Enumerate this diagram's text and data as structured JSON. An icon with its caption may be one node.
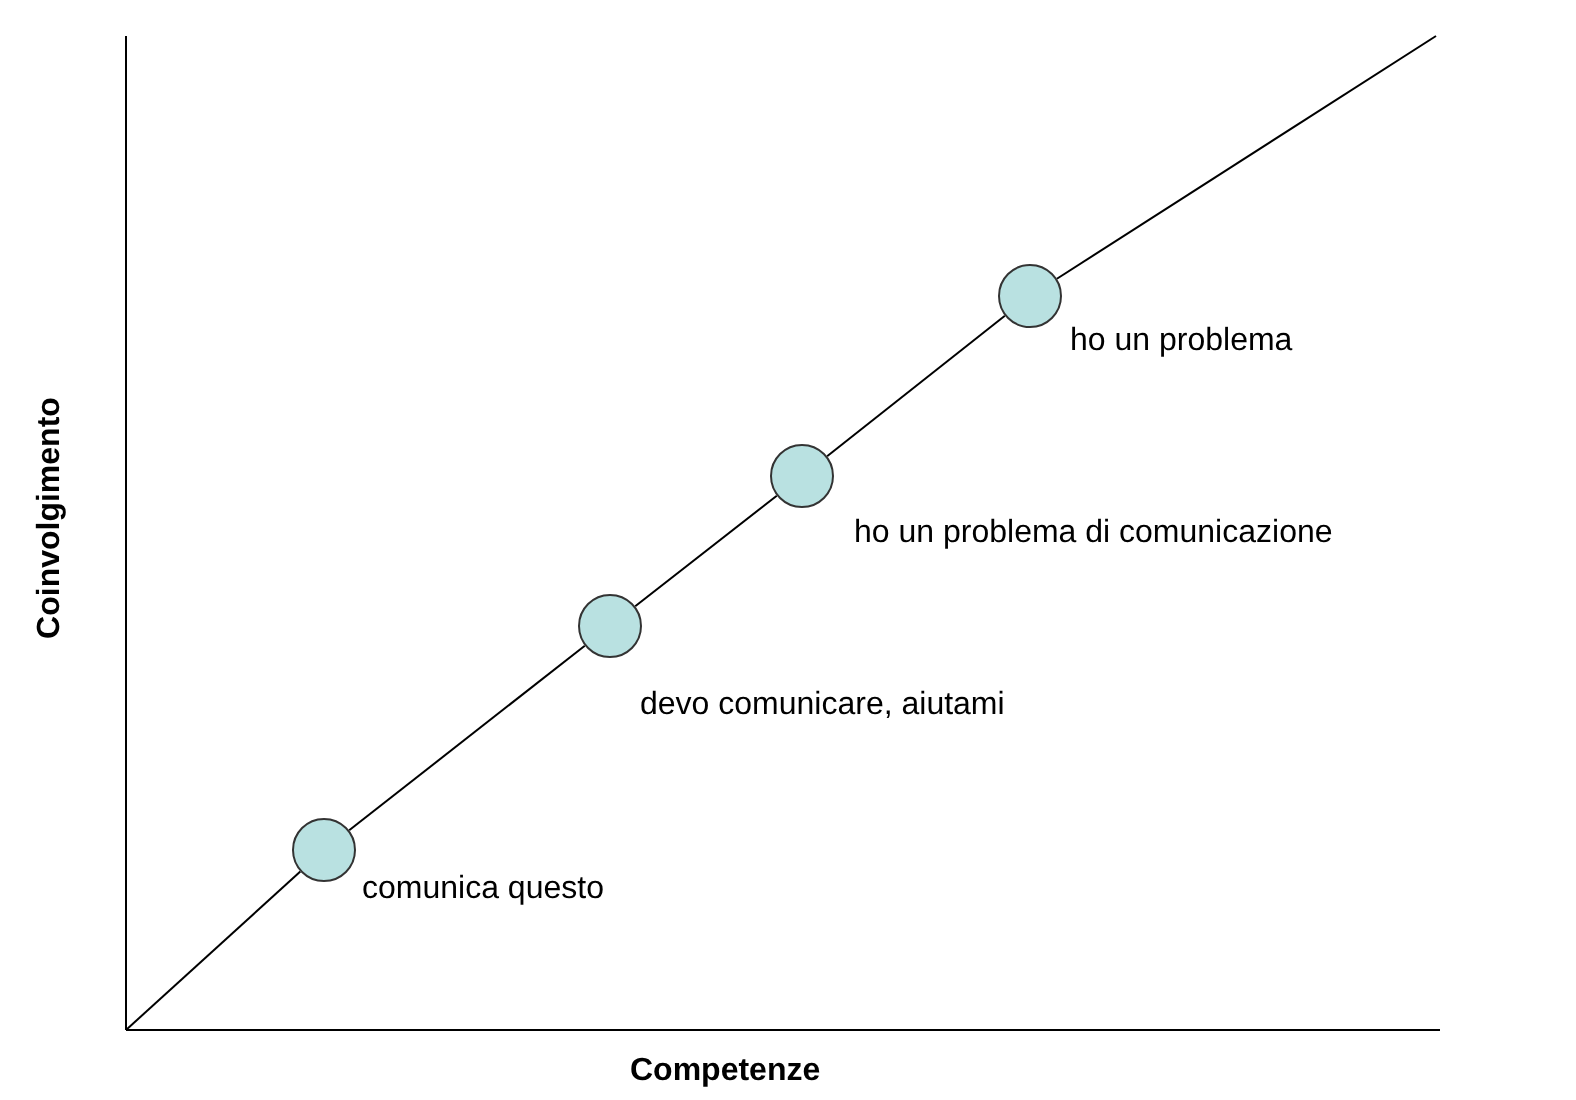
{
  "diagram": {
    "nodes": [
      {
        "text": [],
        "shape": "circle",
        "beside": [
          "comunica questo"
        ]
      },
      {
        "text": [],
        "shape": "circle",
        "beside": [
          "devo comunicare, aiutami"
        ]
      },
      {
        "text": [],
        "shape": "circle",
        "beside": [
          "ho un problema di comunicazione"
        ]
      },
      {
        "text": [],
        "shape": "circle",
        "beside": [
          "ho un problema"
        ]
      }
    ],
    "edges": [
      {
        "from": null,
        "to": 0,
        "arrow": "none"
      },
      {
        "from": 0,
        "to": 1,
        "arrow": "none"
      },
      {
        "from": 1,
        "to": 2,
        "arrow": "none"
      },
      {
        "from": 2,
        "to": 3,
        "arrow": "none"
      },
      {
        "from": 3,
        "to": null,
        "arrow": "none"
      }
    ],
    "labels": [
      "Coinvolgimento",
      "Competenze"
    ]
  }
}
